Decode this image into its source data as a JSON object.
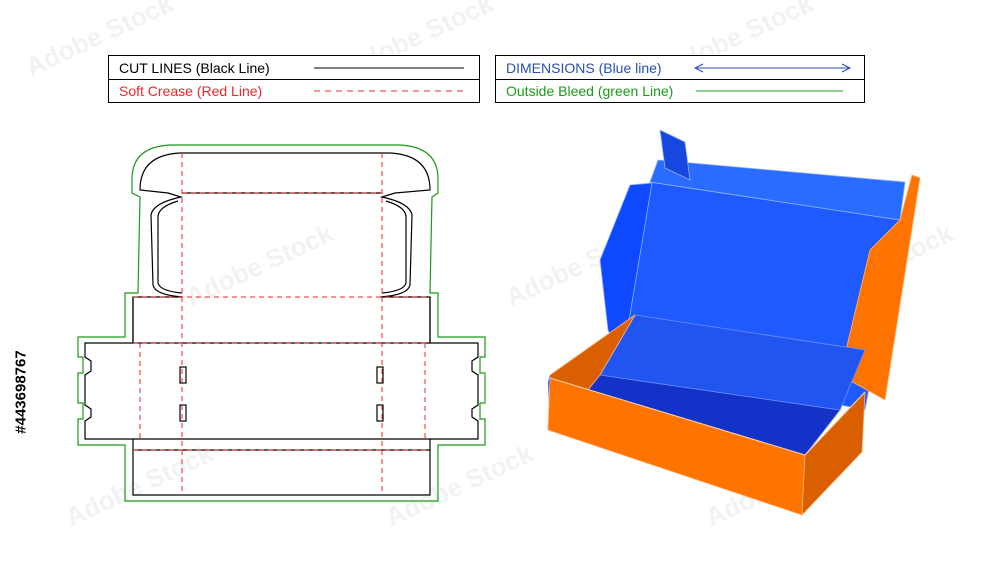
{
  "legend": {
    "cut_lines": {
      "label": "CUT LINES (Black Line)",
      "color": "#000000"
    },
    "soft_crease": {
      "label": "Soft Crease (Red Line)",
      "color": "#e8282a"
    },
    "dimensions": {
      "label": "DIMENSIONS (Blue line)",
      "color": "#2a4fb0"
    },
    "outside_bleed": {
      "label": "Outside Bleed (green Line)",
      "color": "#1a9a1a"
    }
  },
  "stock_id": "#443698767",
  "watermark": "Adobe Stock",
  "colors": {
    "box_outer": "#ff7300",
    "box_outer_dark": "#d95f00",
    "box_inner": "#1f5aff",
    "box_inner_dark": "#1232c8"
  }
}
